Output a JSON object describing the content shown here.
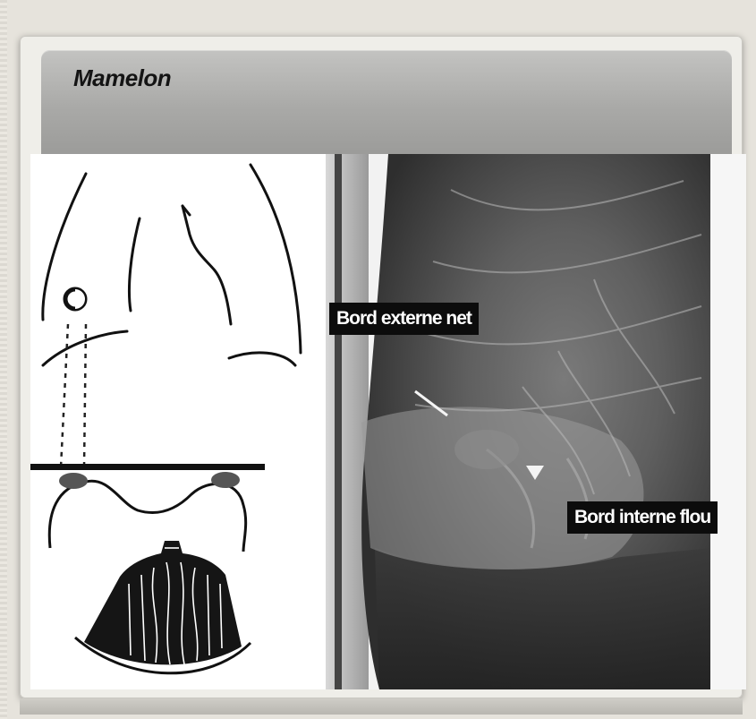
{
  "slide": {
    "title": "Mamelon",
    "labels": {
      "outer_edge": "Bord externe net",
      "inner_edge": "Bord interne flou"
    }
  },
  "colors": {
    "background": "#e6e3dc",
    "header": "#a9a9a7",
    "label_background": "#0c0c0c",
    "label_text": "#ffffff"
  },
  "figures": {
    "left": "nipple-projection-diagram",
    "right": "chest-xray-image"
  }
}
